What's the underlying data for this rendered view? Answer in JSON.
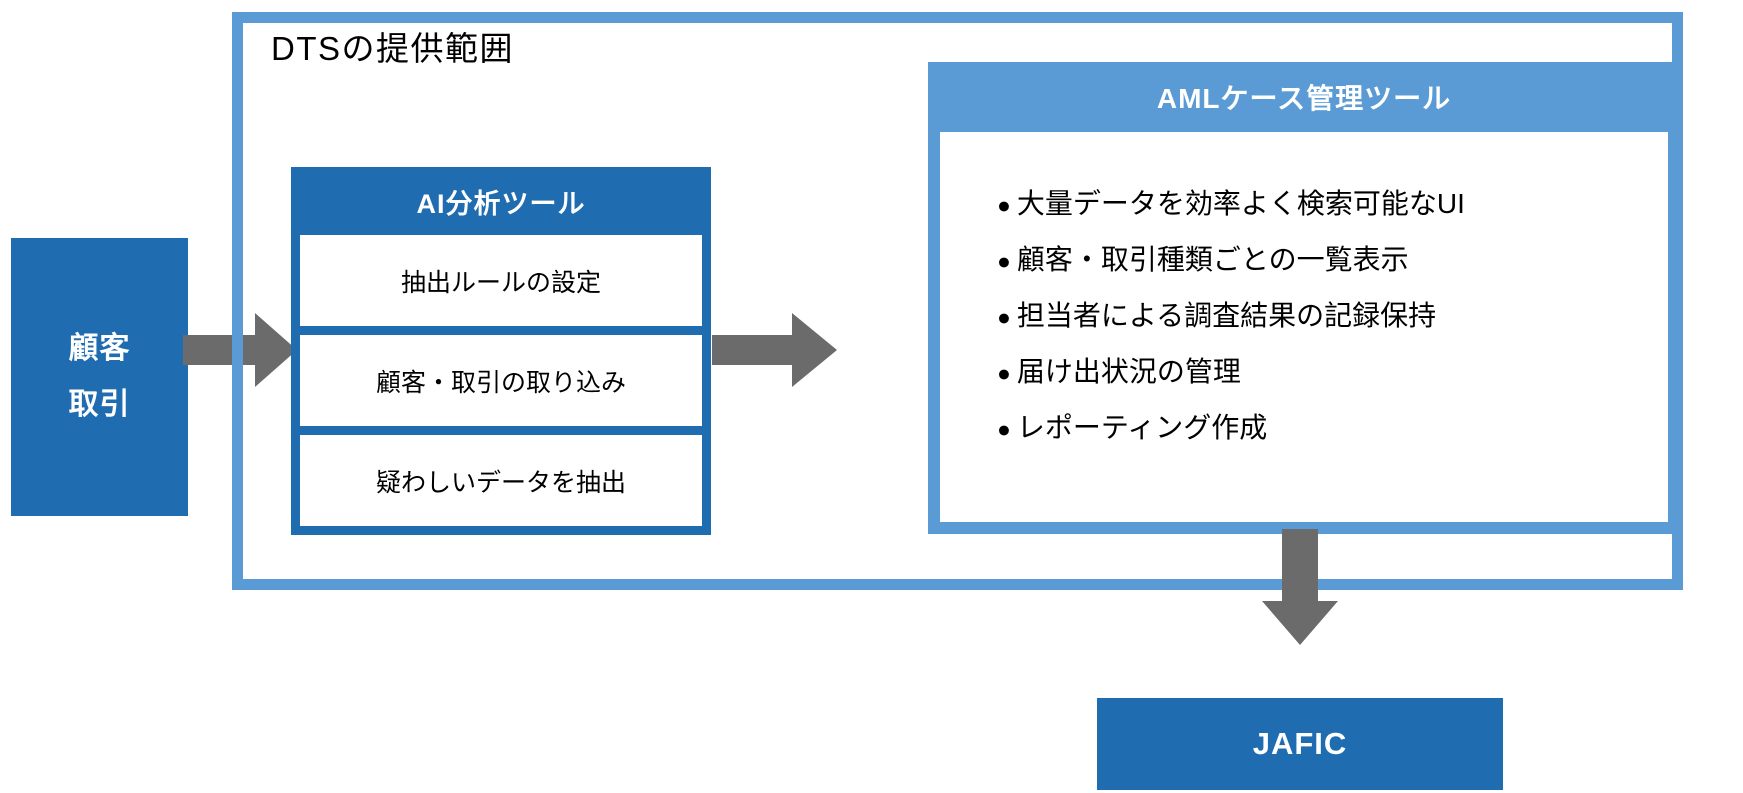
{
  "colors": {
    "dark_blue": "#1F6CB0",
    "light_blue": "#5B9BD5",
    "arrow_grey": "#6B6B6B",
    "white": "#FFFFFF",
    "text_black": "#000000"
  },
  "source_box": {
    "line1": "顧客",
    "line2": "取引"
  },
  "dts_scope": {
    "title": "DTSの提供範囲"
  },
  "ai_tool": {
    "title": "AI分析ツール",
    "items": [
      "抽出ルールの設定",
      "顧客・取引の取り込み",
      "疑わしいデータを抽出"
    ]
  },
  "aml_tool": {
    "title": "AMLケース管理ツール",
    "bullet_glyph": "●",
    "features": [
      "大量データを効率よく検索可能なUI",
      "顧客・取引種類ごとの一覧表示",
      "担当者による調査結果の記録保持",
      "届け出状況の管理",
      "レポーティング作成"
    ]
  },
  "destination_box": {
    "label": "JAFIC"
  },
  "arrows": {
    "customer_to_ai": "arrow-right-icon",
    "ai_to_aml": "arrow-right-icon",
    "aml_to_jafic": "arrow-down-icon"
  }
}
